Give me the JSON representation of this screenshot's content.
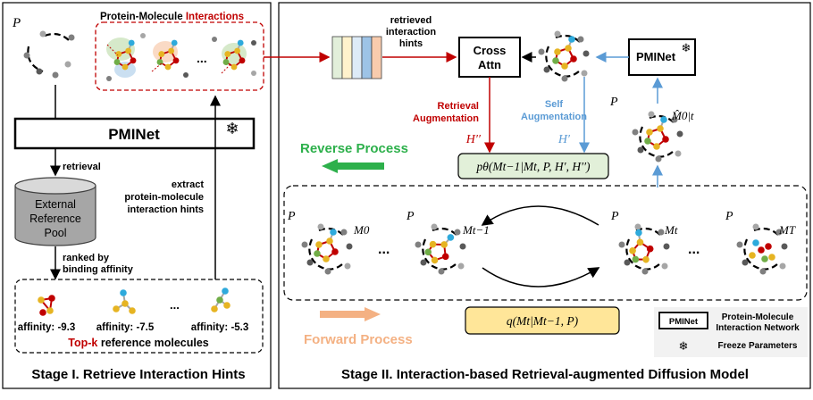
{
  "stage1": {
    "p_label": "P",
    "pmi_title_a": "Protein-Molecule ",
    "pmi_title_b": "Interactions",
    "dots": "...",
    "pminet": "PMINet",
    "retrieval": "retrieval",
    "db_line1": "External",
    "db_line2": "Reference",
    "db_line3": "Pool",
    "ranked_line1": "ranked by",
    "ranked_line2": "binding affinity",
    "extract_line1": "extract",
    "extract_line2": "protein-molecule",
    "extract_line3": "interaction hints",
    "affinities": [
      "affinity: -9.3",
      "affinity: -7.5",
      "affinity: -5.3"
    ],
    "topk_a": "Top-k",
    "topk_b": " reference molecules",
    "caption": "Stage I. Retrieve Interaction Hints"
  },
  "stage2": {
    "retrieved_line1": "retrieved",
    "retrieved_line2": "interaction",
    "retrieved_line3": "hints",
    "cross_line1": "Cross",
    "cross_line2": "Attn",
    "pminet": "PMINet",
    "retrieval_aug_line1": "Retrieval",
    "retrieval_aug_line2": "Augmentation",
    "self_aug_line1": "Self",
    "self_aug_line2": "Augmentation",
    "h_double": "H′′",
    "h_single": "H′",
    "m0t": "M̂0|t",
    "reverse": "Reverse Process",
    "forward": "Forward Process",
    "p_label": "P",
    "m0": "M0",
    "mt1": "Mt−1",
    "mt": "Mt",
    "mT": "MT",
    "dots": "...",
    "p_theta": "pθ(Mt−1|Mt, P, H′, H′′)",
    "q_formula": "q(Mt|Mt−1, P)",
    "legend_box": "PMINet",
    "legend_pmi_line1": "Protein-Molecule",
    "legend_pmi_line2": "Interaction Network",
    "legend_freeze": "Freeze Parameters",
    "caption": "Stage II. Interaction-based Retrieval-augmented Diffusion Model"
  },
  "colors": {
    "red": "#c00000",
    "blue": "#5b9bd5",
    "green": "#2db04b",
    "orange": "#f4b183",
    "gold": "#e6b422",
    "formula_green": "#e2f0d9",
    "formula_yellow": "#ffe699"
  }
}
